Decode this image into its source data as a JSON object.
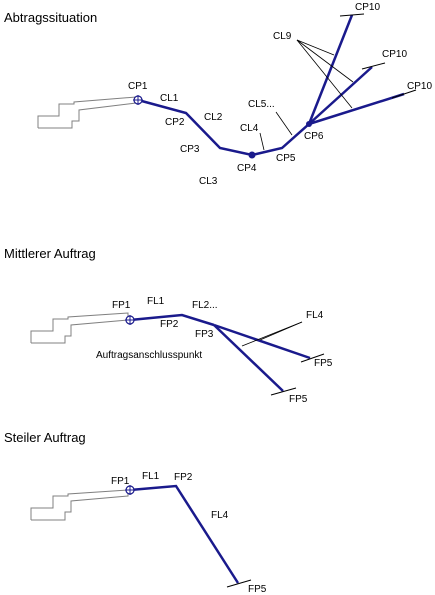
{
  "colors": {
    "profile_line": "#1a1a8c",
    "terrain_outline": "#808080",
    "annotation": "#000000"
  },
  "sections": [
    {
      "title": "Abtragssituation",
      "labels": {
        "cp1": "CP1",
        "cl1": "CL1",
        "cp2": "CP2",
        "cl2": "CL2",
        "cp3": "CP3",
        "cl3": "CL3",
        "cp4": "CP4",
        "cl4": "CL4",
        "cp5": "CP5",
        "cl5": "CL5...",
        "cp6": "CP6",
        "cl9": "CL9",
        "cp10_a": "CP10",
        "cp10_b": "CP10",
        "cp10_c": "CP10"
      }
    },
    {
      "title": "Mittlerer Auftrag",
      "labels": {
        "fp1": "FP1",
        "fl1": "FL1",
        "fp2": "FP2",
        "fl2": "FL2...",
        "fp3": "FP3",
        "fl4": "FL4",
        "fp5_a": "FP5",
        "fp5_b": "FP5",
        "note": "Auftragsanschlusspunkt"
      }
    },
    {
      "title": "Steiler Auftrag",
      "labels": {
        "fp1": "FP1",
        "fl1": "FL1",
        "fp2": "FP2",
        "fl4": "FL4",
        "fp5": "FP5"
      }
    }
  ]
}
